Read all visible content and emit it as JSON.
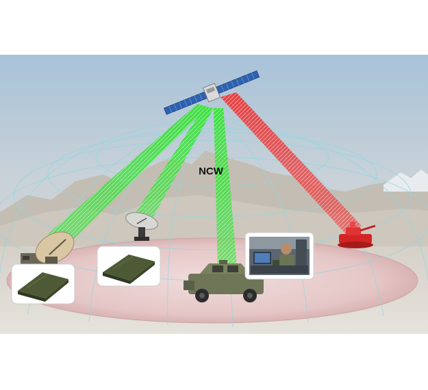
{
  "diagram": {
    "center_label": "NCW",
    "nodes": [
      {
        "kind": "satellite",
        "icon": "satellite-icon"
      },
      {
        "kind": "large-dish-terminal",
        "icon": "satellite-dish-icon"
      },
      {
        "kind": "small-dish-terminal",
        "icon": "satellite-dish-icon"
      },
      {
        "kind": "humvee-vehicle",
        "icon": "humvee-icon"
      },
      {
        "kind": "hostile-tank",
        "icon": "tank-icon"
      }
    ],
    "inset_panels": [
      {
        "kind": "rugged-laptop",
        "icon": "rugged-laptop-icon"
      },
      {
        "kind": "rugged-laptop",
        "icon": "rugged-laptop-icon"
      },
      {
        "kind": "vehicle-crew-photo",
        "icon": "crew-photo-icon"
      }
    ],
    "colors": {
      "friendly_link": "#2fd42f",
      "hostile_link": "#e02a2a",
      "ground_disc": "#e9cfcf",
      "grid": "#8fd8e0",
      "sky_top": "#a9c4dc",
      "desert": "#d9d4cc"
    }
  }
}
